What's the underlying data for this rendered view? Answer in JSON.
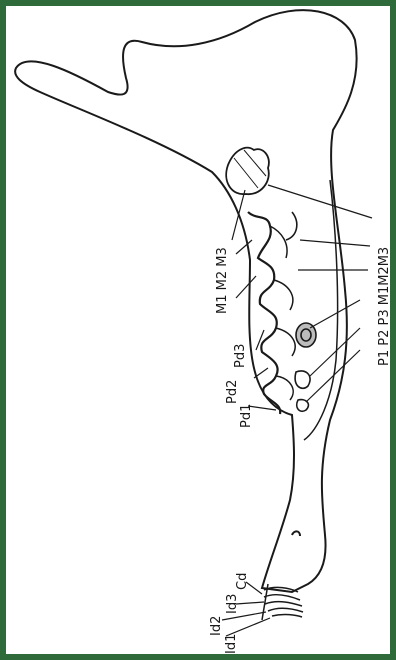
{
  "colors": {
    "border": "#2f6b3a",
    "paper": "#ffffff",
    "ink": "#1a1a1a"
  },
  "labels": {
    "id1": "Id1",
    "id2": "Id2",
    "id3": "Id3",
    "cd": "Cd",
    "pd1": "Pd1",
    "pd2": "Pd2",
    "pd3": "Pd3",
    "m1m2m3_left": "M1 M2 M3",
    "p1p2p3m1m2m3_right": "P1 P2 P3 M1M2M3"
  }
}
